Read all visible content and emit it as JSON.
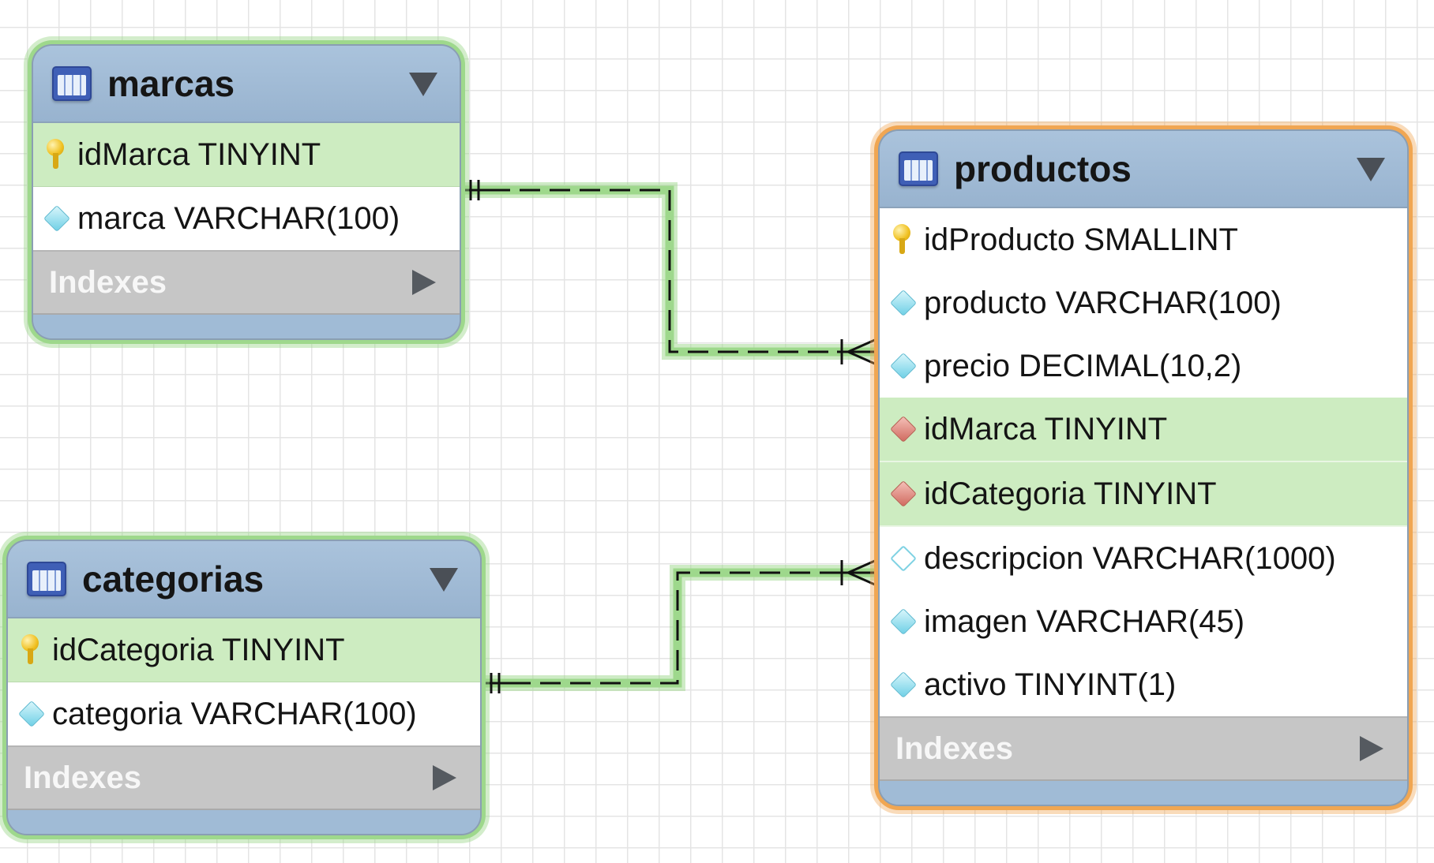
{
  "diagram": {
    "type": "er-diagram",
    "tables": [
      {
        "name": "marcas",
        "highlight": "green",
        "columns": [
          {
            "text": "idMarca TINYINT",
            "key": "primary"
          },
          {
            "text": "marca VARCHAR(100)",
            "key": "none"
          }
        ],
        "indexes_label": "Indexes"
      },
      {
        "name": "categorias",
        "highlight": "green",
        "columns": [
          {
            "text": "idCategoria TINYINT",
            "key": "primary"
          },
          {
            "text": "categoria VARCHAR(100)",
            "key": "none"
          }
        ],
        "indexes_label": "Indexes"
      },
      {
        "name": "productos",
        "highlight": "orange",
        "columns": [
          {
            "text": "idProducto SMALLINT",
            "key": "primary"
          },
          {
            "text": "producto VARCHAR(100)",
            "key": "none"
          },
          {
            "text": "precio DECIMAL(10,2)",
            "key": "none"
          },
          {
            "text": "idMarca TINYINT",
            "key": "foreign"
          },
          {
            "text": "idCategoria TINYINT",
            "key": "foreign"
          },
          {
            "text": "descripcion VARCHAR(1000)",
            "key": "nullable"
          },
          {
            "text": "imagen VARCHAR(45)",
            "key": "none"
          },
          {
            "text": "activo TINYINT(1)",
            "key": "none"
          }
        ],
        "indexes_label": "Indexes"
      }
    ],
    "relationships": [
      {
        "from": "marcas",
        "to": "productos",
        "from_cardinality": "one-and-only-one",
        "to_cardinality": "one-or-many",
        "line": "dashed",
        "highlight": "green"
      },
      {
        "from": "categorias",
        "to": "productos",
        "from_cardinality": "one-and-only-one",
        "to_cardinality": "one-or-many",
        "line": "dashed",
        "highlight": "green"
      }
    ],
    "colors": {
      "header": "#a0bbd6",
      "key_row": "#cdecc1",
      "indexes_row": "#c6c6c6",
      "highlight_green": "#9ed88c",
      "highlight_orange": "#f0a652"
    }
  }
}
